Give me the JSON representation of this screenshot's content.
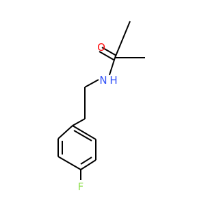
{
  "molecule": {
    "atoms": {
      "oxygen": "O",
      "nitrogen": "N",
      "hydrogen": "H",
      "fluorine": "F"
    },
    "colors": {
      "bond": "#000000",
      "oxygen": "#ff0d0d",
      "nitrogen": "#3050f8",
      "fluorine": "#90e050"
    }
  }
}
